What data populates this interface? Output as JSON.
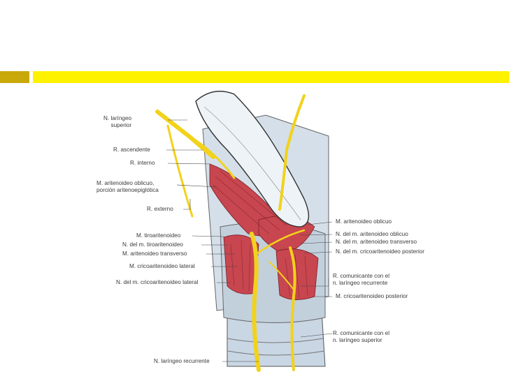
{
  "labels": {
    "n_laringeo_superior": "N. laríngeo\nsuperior",
    "r_ascendente": "R. ascendente",
    "r_interno": "R. interno",
    "m_aritenoideo_oblicuo_porcion": "M. aritenoideo oblicuo,\nporción aritenoepiglótica",
    "r_externo": "R. externo",
    "m_tiroaritenoideo": "M. tiroaritenoideo",
    "n_del_m_tiroaritenoideo": "N. del m. tiroaritenoideo",
    "m_aritenoideo_transverso": "M. aritenoideo transverso",
    "m_cricoaritenoideo_lateral": "M. cricoaritenoideo lateral",
    "n_del_m_cricoaritenoideo_lateral": "N. del m. cricoaritenoideo lateral",
    "m_aritenoideo_oblicuo": "M. aritenoideo oblicuo",
    "n_del_m_aritenoideo_oblicuo": "N. del m. aritenoideo oblicuo",
    "n_del_m_aritenoideo_transverso": "N. del m. aritenoideo transverso",
    "n_del_m_cricoaritenoideo_posterior": "N. del m. cricoaritenoideo posterior",
    "r_comunicante_recurrente": "R. comunicante con el\nn. laríngeo recurrente",
    "m_cricoaritenoideo_posterior": "M. cricoaritenoideo posterior",
    "r_comunicante_superior": "R. comunicante con el\nn. laríngeo superior",
    "n_laringeo_recurrente": "N. laríngeo recurrente"
  },
  "colors": {
    "accent_bar": "#fff200",
    "accent_bar_dark": "#c9a80a",
    "nerve": "#f2d21b",
    "muscle": "#c8464f",
    "cartilage": "#c9d6e3",
    "outline": "#3a3a3a"
  }
}
